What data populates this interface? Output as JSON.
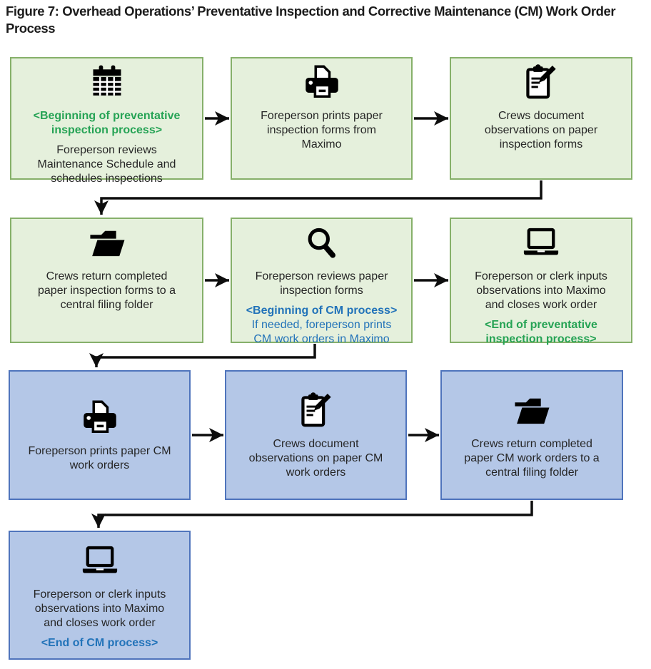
{
  "title": "Figure 7: Overhead Operations’ Preventative Inspection and Corrective Maintenance (CM) Work Order Process",
  "colors": {
    "green_fill": "#E5F0DC",
    "green_border": "#86B06A",
    "blue_fill": "#B4C7E7",
    "blue_border": "#4F74BC",
    "green_text": "#26A355",
    "blue_text": "#2273B9",
    "connector": "#0D0D0D"
  },
  "rows": [
    {
      "theme": "green",
      "boxes": [
        {
          "icon": "calendar-icon",
          "lines": [
            {
              "style": "green-bold",
              "text": "<Beginning of preventative inspection process>"
            },
            {
              "style": "plain",
              "text": "Foreperson reviews Maintenance Schedule and schedules inspections"
            }
          ]
        },
        {
          "icon": "printer-icon",
          "lines": [
            {
              "style": "plain",
              "text": "Foreperson prints paper inspection forms from Maximo"
            }
          ]
        },
        {
          "icon": "clipboard-pencil-icon",
          "lines": [
            {
              "style": "plain",
              "text": "Crews document observations on paper inspection forms"
            }
          ]
        }
      ]
    },
    {
      "theme": "green",
      "boxes": [
        {
          "icon": "folder-icon",
          "lines": [
            {
              "style": "plain",
              "text": "Crews return completed paper inspection forms to a central filing folder"
            }
          ]
        },
        {
          "icon": "magnifier-icon",
          "lines": [
            {
              "style": "plain",
              "text": "Foreperson reviews paper inspection forms"
            },
            {
              "style": "blue-bold",
              "text": "<Beginning of CM process>"
            },
            {
              "style": "blue",
              "text": "If needed, foreperson prints CM work orders in Maximo"
            }
          ]
        },
        {
          "icon": "laptop-icon",
          "lines": [
            {
              "style": "plain",
              "text": "Foreperson or clerk inputs observations into Maximo and closes work order"
            },
            {
              "style": "green-bold",
              "text": "<End of preventative inspection process>"
            }
          ]
        }
      ]
    },
    {
      "theme": "blue",
      "boxes": [
        {
          "icon": "printer-icon",
          "lines": [
            {
              "style": "plain",
              "text": "Foreperson prints paper CM work orders"
            }
          ]
        },
        {
          "icon": "clipboard-pencil-icon",
          "lines": [
            {
              "style": "plain",
              "text": "Crews document observations on paper CM work orders"
            }
          ]
        },
        {
          "icon": "folder-icon",
          "lines": [
            {
              "style": "plain",
              "text": "Crews return completed paper CM work orders to a central filing folder"
            }
          ]
        }
      ]
    },
    {
      "theme": "blue",
      "boxes": [
        {
          "icon": "laptop-icon",
          "lines": [
            {
              "style": "plain",
              "text": "Foreperson or clerk inputs observations into Maximo and closes work order"
            },
            {
              "style": "blue-bold",
              "text": "<End of CM process>"
            }
          ]
        }
      ]
    }
  ]
}
